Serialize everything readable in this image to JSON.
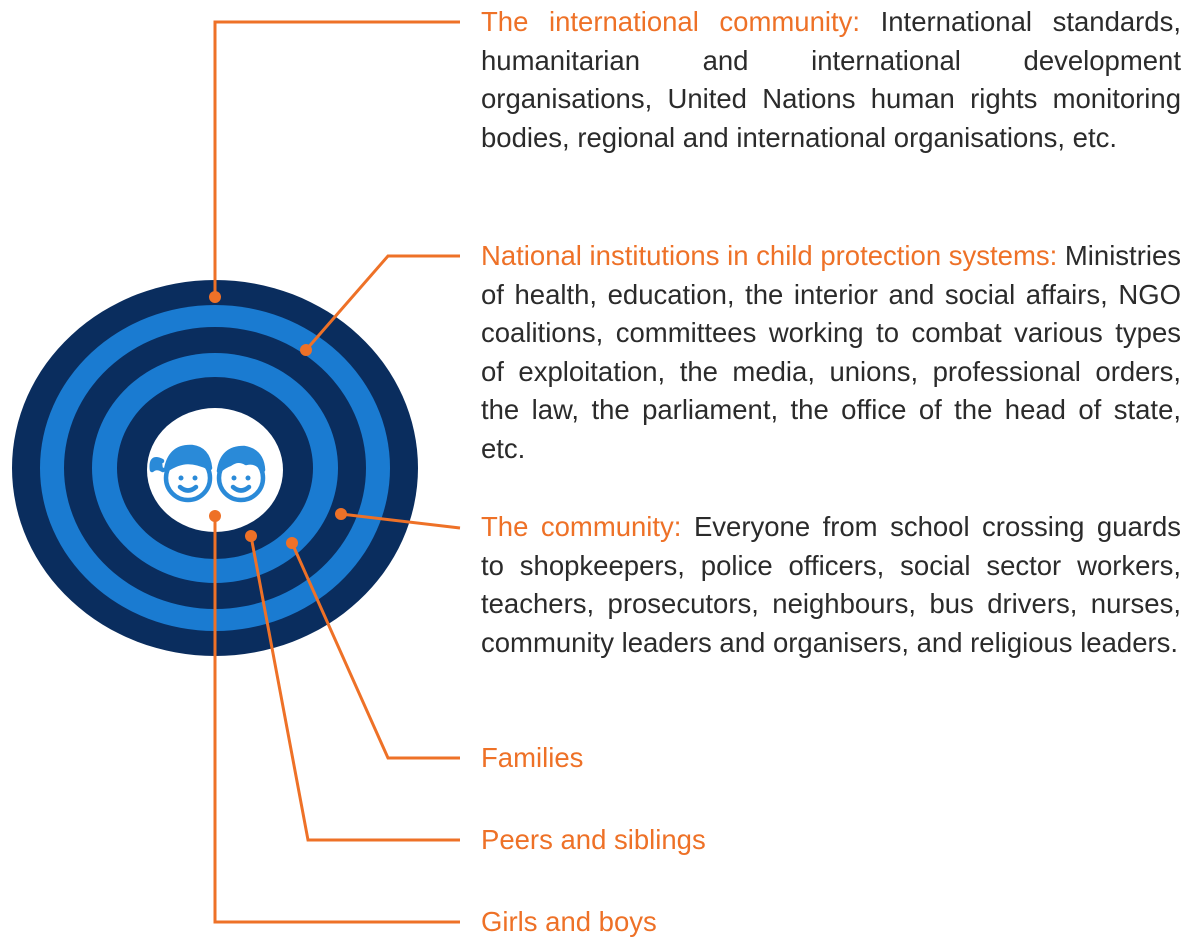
{
  "colors": {
    "accent": "#ee7127",
    "ring_dark": "#0a2d5e",
    "ring_light": "#1a7bd1",
    "center_fill": "#ffffff",
    "icon_blue": "#2a8ad8"
  },
  "center_icon": "two-children-faces-icon",
  "levels": [
    {
      "id": "international",
      "title": "The international community:",
      "description": "International standards, humanitarian and international development organisations, United Nations human rights monitoring bodies, regional and international organisations, etc."
    },
    {
      "id": "national",
      "title": "National institutions in child protection systems:",
      "description": "Ministries of health, education, the interior and social affairs, NGO coalitions, committees working to combat various types of exploitation, the media, unions, professional orders, the law, the parliament, the office of the head of state, etc."
    },
    {
      "id": "community",
      "title": "The community:",
      "description": "Everyone from school crossing guards to shopkeepers, police officers, social sector workers, teachers, prosecutors, neighbours, bus drivers, nurses, community leaders and organisers, and religious leaders."
    },
    {
      "id": "families",
      "title": "Families",
      "description": ""
    },
    {
      "id": "peers",
      "title": "Peers and siblings",
      "description": ""
    },
    {
      "id": "children",
      "title": "Girls and boys",
      "description": ""
    }
  ]
}
